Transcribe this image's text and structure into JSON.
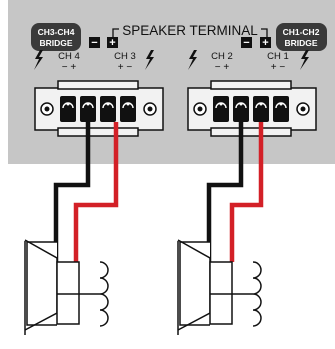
{
  "panel": {
    "title": "SPEAKER TERMINAL",
    "minus_symbol": "−",
    "plus_symbol": "+",
    "left_badge": {
      "line1": "CH3-CH4",
      "line2": "BRIDGE"
    },
    "right_badge": {
      "line1": "CH1-CH2",
      "line2": "BRIDGE"
    },
    "colors": {
      "panel": "#c6c6c6",
      "badge": "#3a3a3a",
      "red_wire": "#d32027",
      "black_wire": "#111111"
    }
  },
  "channels": [
    {
      "label": "CH 4",
      "polarity": "− +"
    },
    {
      "label": "CH 3",
      "polarity": "+ −"
    },
    {
      "label": "CH 2",
      "polarity": "− +"
    },
    {
      "label": "CH 1",
      "polarity": "+ −"
    }
  ],
  "bolt_icon": "lightning-bolt",
  "speakers": [
    {
      "name": "left-speaker",
      "icon": "speaker-with-coil"
    },
    {
      "name": "right-speaker",
      "icon": "speaker-with-coil"
    }
  ]
}
